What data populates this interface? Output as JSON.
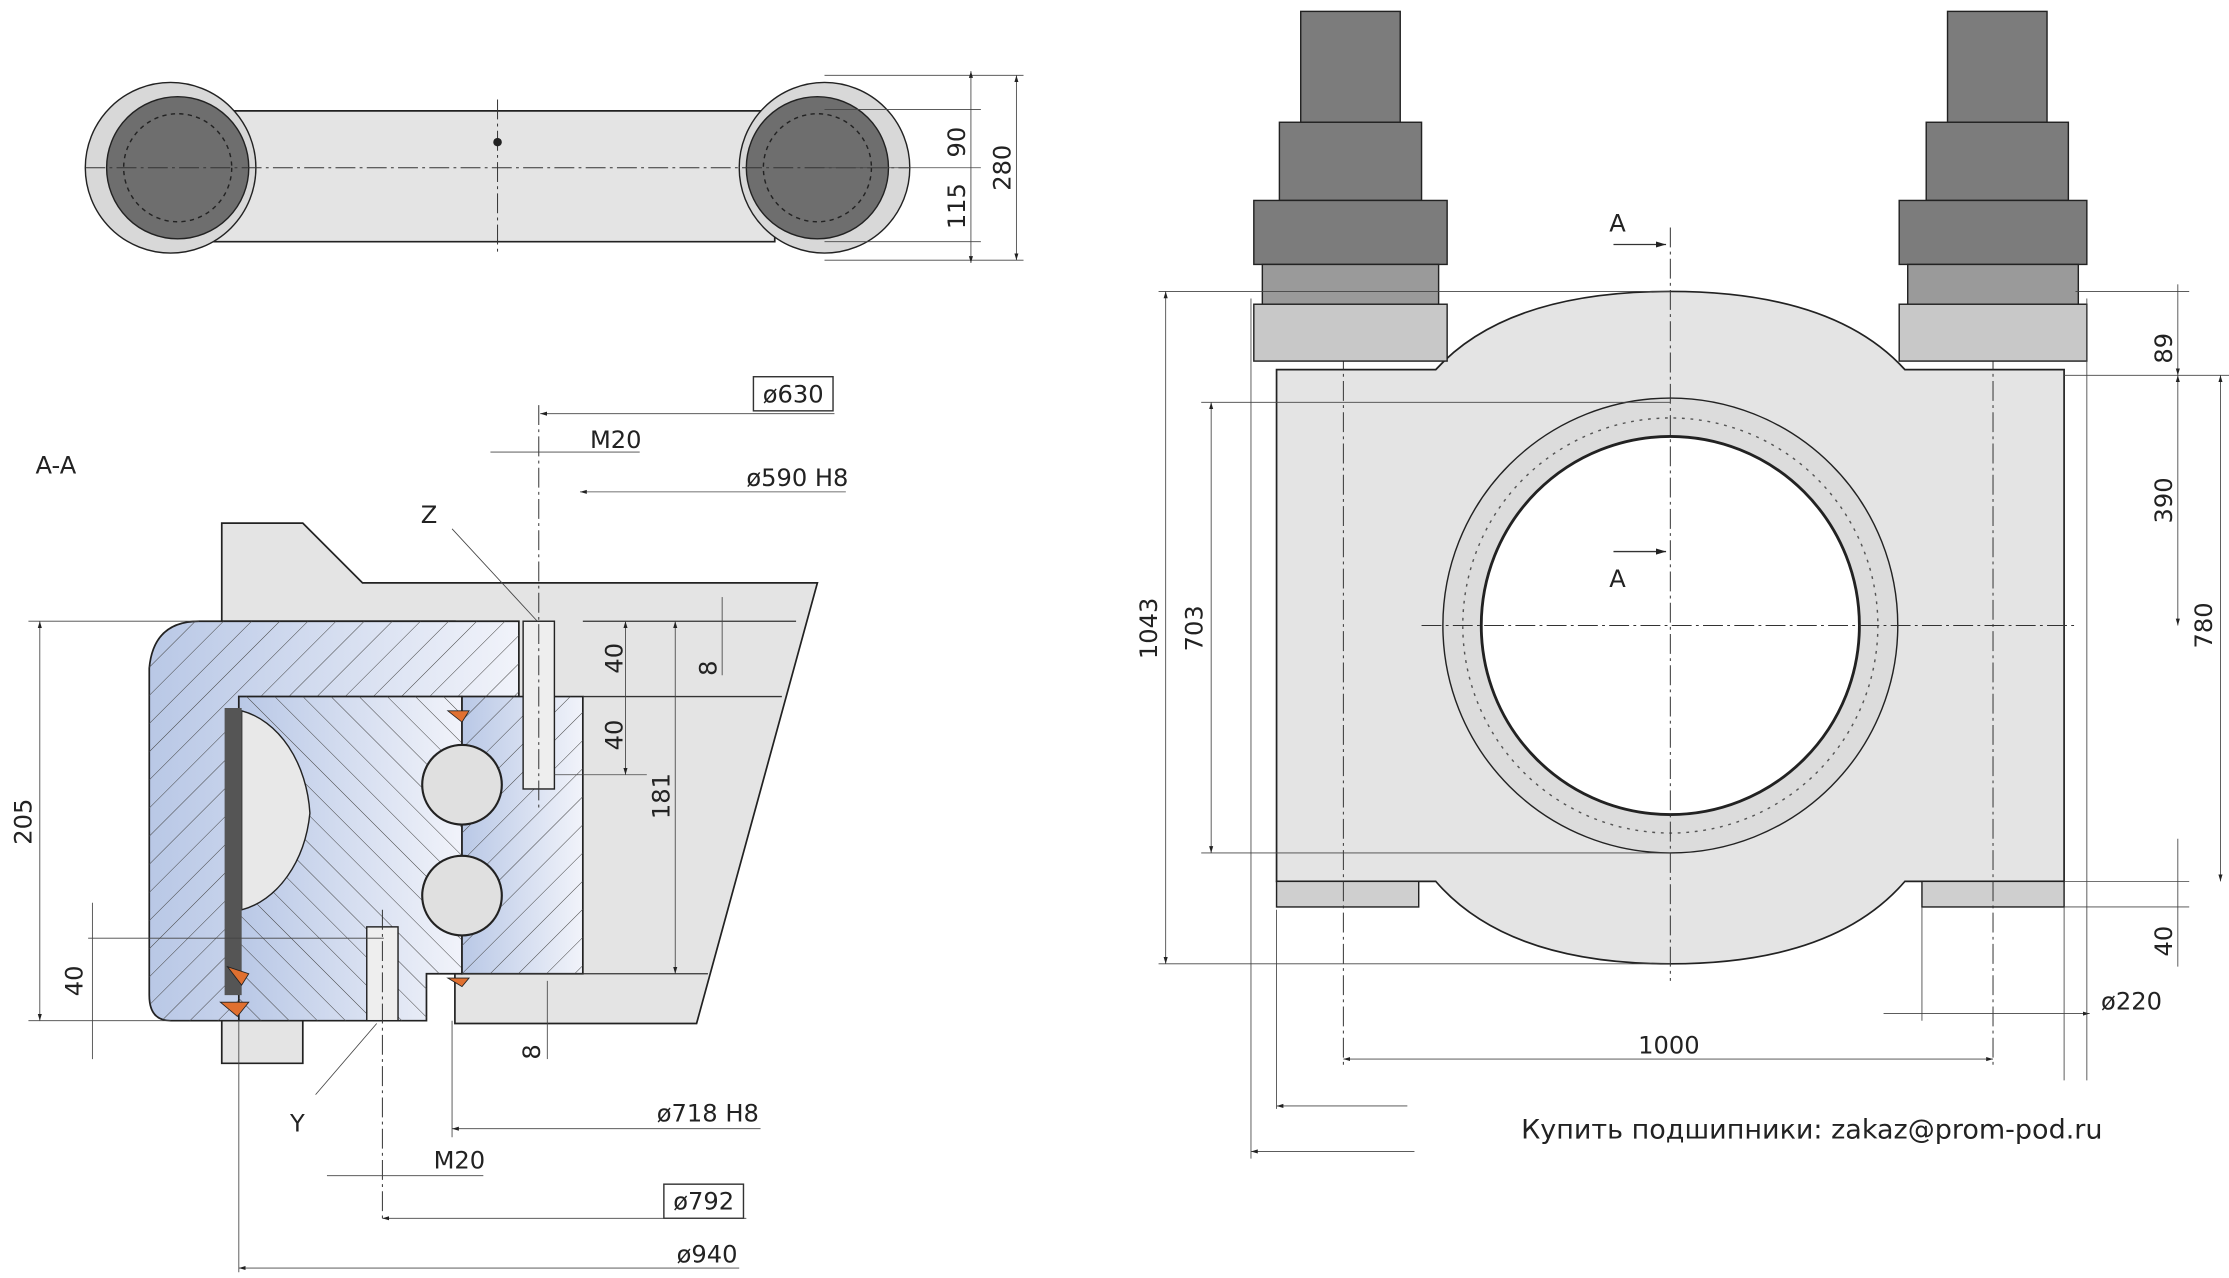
{
  "top_view": {
    "dims": [
      "90",
      "115",
      "280"
    ]
  },
  "section": {
    "title": "A-A",
    "labels": {
      "z": "Z",
      "y": "Y"
    },
    "dims": {
      "d630": "ø630",
      "m20_top": "M20",
      "d590": "ø590 H8",
      "d205": "205",
      "d40_a": "40",
      "d40_b": "40",
      "d8_top": "8",
      "d181": "181",
      "d40_left": "40",
      "d8_bottom": "8",
      "d718": "ø718 H8",
      "m20_bottom": "M20",
      "d792": "ø792",
      "d940": "ø940"
    }
  },
  "front_view": {
    "section_marks": [
      "A",
      "A"
    ],
    "dims": {
      "d89": "89",
      "d390": "390",
      "d780": "780",
      "d1043": "1043",
      "d703": "703",
      "d40": "40",
      "d220": "ø220",
      "d1000": "1000"
    }
  },
  "footer": {
    "contact": "Купить подшипники: zakaz@prom-pod.ru"
  }
}
